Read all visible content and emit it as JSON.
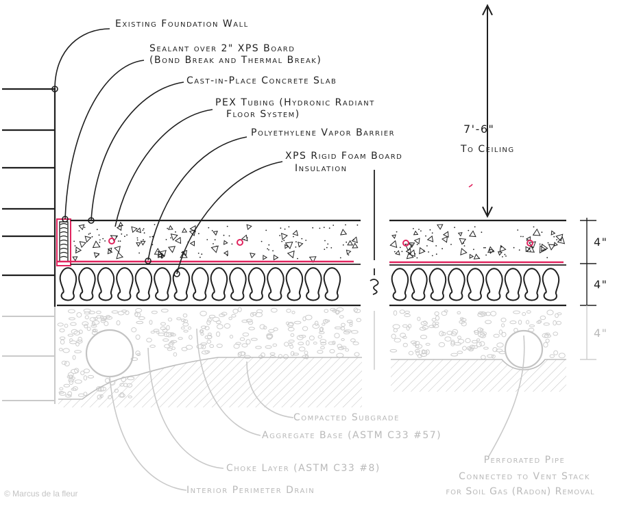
{
  "labels": {
    "foundation_wall": "Existing Foundation Wall",
    "sealant_line1": "Sealant over 2\" XPS Board",
    "sealant_line2": "(Bond Break and Thermal Break)",
    "slab": "Cast-in-Place Concrete Slab",
    "pex_line1": "PEX Tubing (Hydronic Radiant",
    "pex_line2": "Floor System)",
    "vapor": "Polyethylene Vapor Barrier",
    "xps_line1": "XPS Rigid Foam Board",
    "xps_line2": "Insulation",
    "ceiling_dim": "7'-6\"",
    "ceiling_text": "To Ceiling",
    "dim_slab": "4\"",
    "dim_xps": "4\"",
    "dim_aggregate": "4\"",
    "subgrade": "Compacted Subgrade",
    "aggregate": "Aggregate Base (ASTM C33 #57)",
    "choke": "Choke Layer (ASTM C33 #8)",
    "drain": "Interior Perimeter Drain",
    "pipe_line1": "Perforated Pipe",
    "pipe_line2": "Connected to Vent Stack",
    "pipe_line3": "for Soil Gas (Radon) Removal"
  },
  "credit": "© Marcus de la fleur",
  "colors": {
    "ink": "#1f1f1f",
    "faint_ink": "#b9b9b9",
    "pex_red": "#e0245e",
    "paper": "#ffffff"
  }
}
